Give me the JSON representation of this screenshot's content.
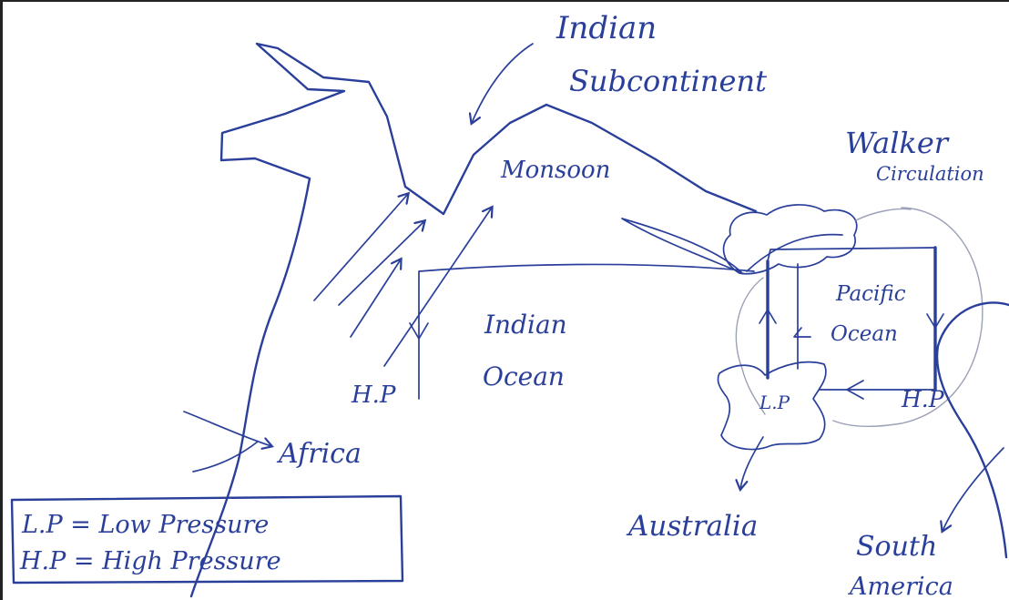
{
  "labels": {
    "indian": "Indian",
    "subcontinent": "Subcontinent",
    "monsoon": "Monsoon",
    "walker": "Walker",
    "circulation": "Circulation",
    "pacific": "Pacific",
    "pacific_ocean": "Ocean",
    "indian_ocean_1": "Indian",
    "indian_ocean_2": "Ocean",
    "hp_left": "H.P",
    "hp_right": "H.P",
    "lp": "L.P",
    "africa": "Africa",
    "australia": "Australia",
    "south": "South",
    "america": "America"
  },
  "legend": {
    "line1": "L.P = Low Pressure",
    "line2": "H.P = High Pressure"
  },
  "colors": {
    "ink": "#2a3f9a",
    "faint": "#9aa0b8",
    "paper": "#ffffff"
  }
}
